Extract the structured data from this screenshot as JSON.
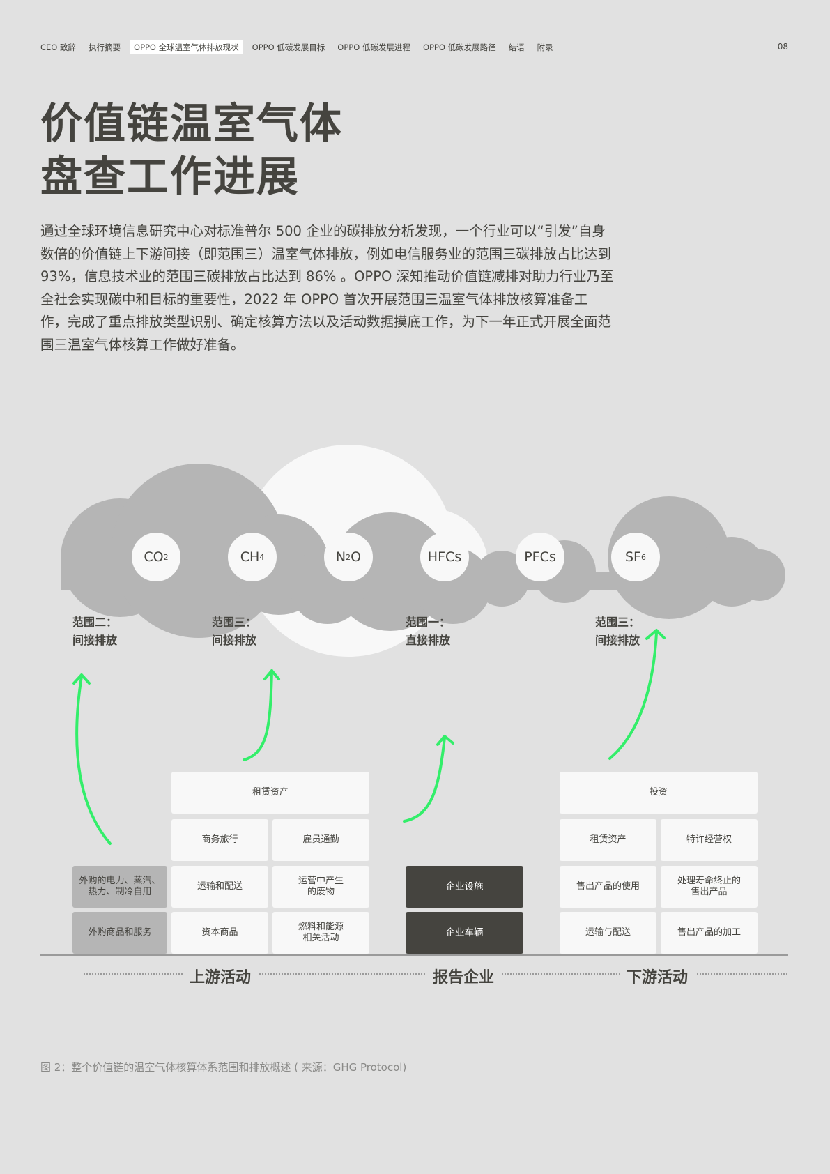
{
  "nav": {
    "items": [
      "CEO 致辞",
      "执行摘要",
      "OPPO 全球温室气体排放现状",
      "OPPO 低碳发展目标",
      "OPPO 低碳发展进程",
      "OPPO 低碳发展路径",
      "结语",
      "附录"
    ],
    "active_index": 2,
    "page_number": "08"
  },
  "title": {
    "line1": "价值链温室气体",
    "line2": "盘查工作进展"
  },
  "body_lines": [
    "通过全球环境信息研究中心对标准普尔 500 企业的碳排放分析发现，一个行业可以“引发”自身",
    "数倍的价值链上下游间接（即范围三）温室气体排放，例如电信服务业的范围三碳排放占比达到",
    "93%，信息技术业的范围三碳排放占比达到 86% 。OPPO 深知推动价值链减排对助力行业乃至",
    "全社会实现碳中和目标的重要性，2022 年 OPPO 首次开展范围三温室气体排放核算准备工",
    "作，完成了重点排放类型识别、确定核算方法以及活动数据摸底工作，为下一年正式开展全面范",
    "围三温室气体核算工作做好准备。"
  ],
  "gases": [
    {
      "main": "CO",
      "sub": "2",
      "tail": ""
    },
    {
      "main": "CH",
      "sub": "4",
      "tail": ""
    },
    {
      "main": "N",
      "sub": "2",
      "tail": "O"
    },
    {
      "main": "HFCs",
      "sub": "",
      "tail": ""
    },
    {
      "main": "PFCs",
      "sub": "",
      "tail": ""
    },
    {
      "main": "SF",
      "sub": "6",
      "tail": ""
    }
  ],
  "scopes": [
    {
      "line1": "范围二：",
      "line2": "间接排放"
    },
    {
      "line1": "范围三：",
      "line2": "间接排放"
    },
    {
      "line1": "范围一：",
      "line2": "直接排放"
    },
    {
      "line1": "范围三：",
      "line2": "间接排放"
    }
  ],
  "boxes": {
    "purchased_energy": "外购的电力、蒸汽、\n热力、制冷自用",
    "purchased_goods": "外购商品和服务",
    "upstream_leased": "租赁资产",
    "business_travel": "商务旅行",
    "commuting": "雇员通勤",
    "upstream_transport": "运输和配送",
    "operations_waste": "运营中产生\n的废物",
    "capital_goods": "资本商品",
    "fuel_energy": "燃料和能源\n相关活动",
    "facilities": "企业设施",
    "vehicles": "企业车辆",
    "investment": "投资",
    "downstream_leased": "租赁资产",
    "franchise": "特许经营权",
    "use_of_products": "售出产品的使用",
    "end_of_life": "处理寿命终止的\n售出产品",
    "downstream_transport": "运输与配送",
    "processing": "售出产品的加工"
  },
  "sections": {
    "upstream": "上游活动",
    "company": "报告企业",
    "downstream": "下游活动"
  },
  "caption": "图 2：整个价值链的温室气体核算体系范围和排放概述 ( 来源：GHG Protocol)",
  "colors": {
    "background": "#e1e1e1",
    "text": "#45443f",
    "cloud": "#b5b5b5",
    "sun": "#f8f8f8",
    "arrow": "#33ee6a",
    "dark_box": "#45443f"
  }
}
